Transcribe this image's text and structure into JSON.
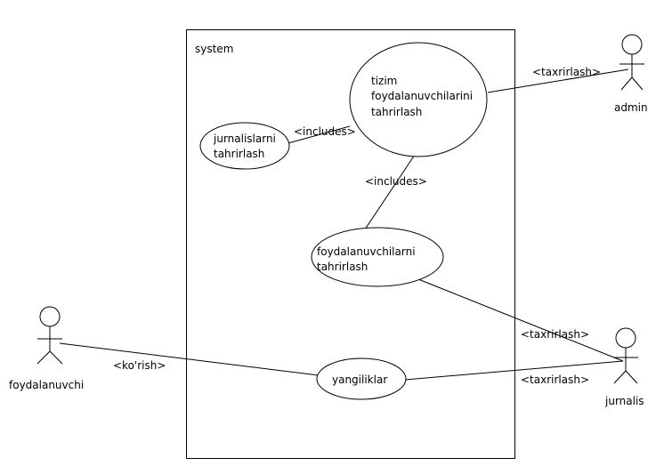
{
  "diagram": {
    "system_label": "system",
    "use_cases": {
      "tizim": [
        "tizim",
        "foydalanuvchilarini",
        "tahrirlash"
      ],
      "jurnalislarni": [
        "jurnalislarni",
        "tahrirlash"
      ],
      "foydalanuvchilarni": [
        "foydalanuvchilarni",
        "tahrirlash"
      ],
      "yangiliklar": [
        "yangiliklar"
      ]
    },
    "actors": {
      "admin": "admin",
      "foydalanuvchi": "foydalanuvchi",
      "jurnalis": "jurnalis"
    },
    "relations": {
      "includes_1": "<includes>",
      "includes_2": "<includes>",
      "admin_edit": "<taxrirlash>",
      "jurnalis_edit_1": "<taxrirlash>",
      "jurnalis_edit_2": "<taxrirlash>",
      "user_view": "<ko'rish>"
    }
  }
}
